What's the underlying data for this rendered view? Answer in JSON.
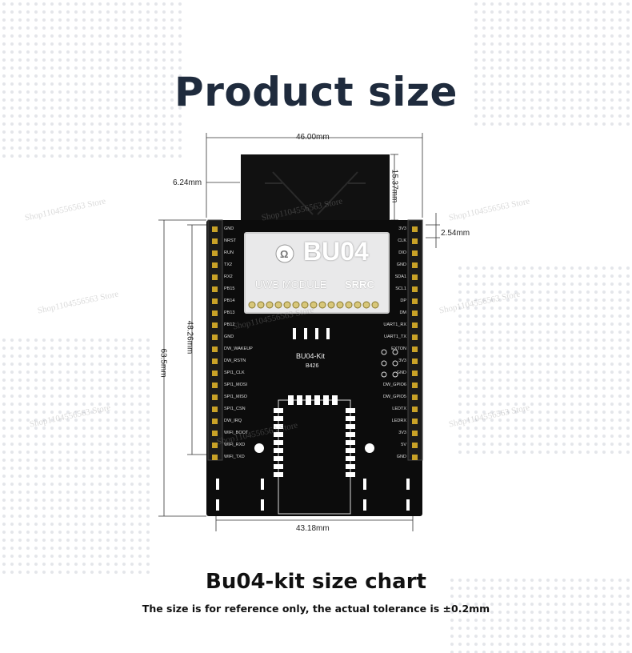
{
  "title": "Product size",
  "subtitle": "Bu04-kit size chart",
  "note": "The size is for reference only, the actual tolerance is ±0.2mm",
  "dimensions": {
    "board_width": "46.00mm",
    "antenna_offset": "6.24mm",
    "antenna_height": "15.37mm",
    "pin_pitch": "2.54mm",
    "header_length": "48.26mm",
    "board_height": "63.5mm",
    "header_spacing": "43.18mm"
  },
  "module": {
    "title": "BU04",
    "sub": "UWB MODULE",
    "cert": "SRRC"
  },
  "kit": {
    "name": "BU04-Kit",
    "code": "B426"
  },
  "left_pins": [
    "GND",
    "NRST",
    "RUN",
    "TX2",
    "RX2",
    "PB15",
    "PB14",
    "PB13",
    "PB12",
    "GND",
    "DW_WAKEUP",
    "DW_RSTN",
    "SPI1_CLK",
    "SPI1_MOSI",
    "SPI1_MISO",
    "SPI1_CSN",
    "DW_IRQ",
    "WIFI_BOOT",
    "WIFI_RXD",
    "WIFI_TXD"
  ],
  "right_pins": [
    "3V3",
    "CLK",
    "DIO",
    "GND",
    "SDA1",
    "SCL1",
    "DP",
    "DM",
    "UART1_RX",
    "UART1_TX",
    "EXTON",
    "3V3",
    "GND",
    "DW_GPIO6",
    "DW_GPIO5",
    "LEDTX",
    "LEDRX",
    "3V3",
    "5V",
    "GND"
  ],
  "watermark": "Shop1104556563 Store",
  "colors": {
    "title": "#1f2b3d",
    "board": "#0c0c0c",
    "pin": "#c9a227"
  }
}
